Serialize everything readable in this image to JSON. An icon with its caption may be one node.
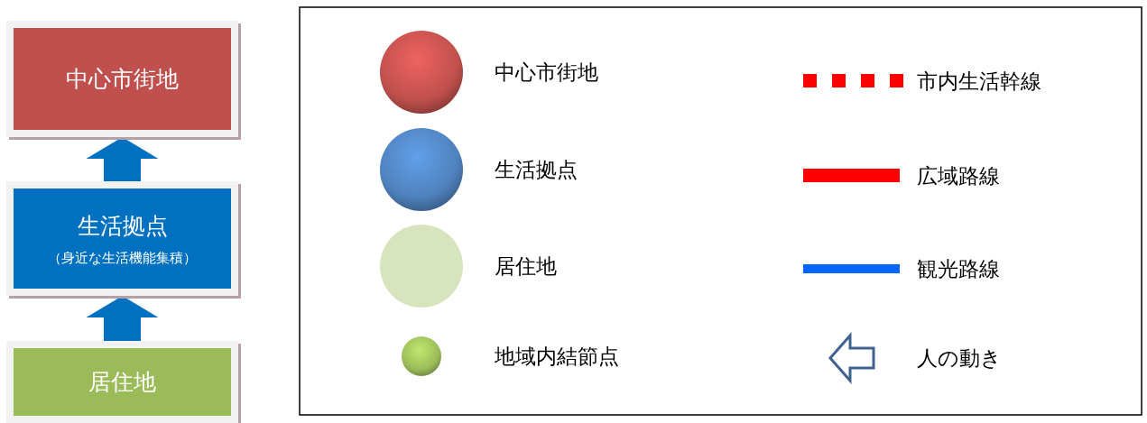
{
  "diagram": {
    "nodes": [
      {
        "text": [
          "中心市街地"
        ]
      },
      {
        "text": [
          "生活拠点",
          "（身近な生活機能集積）"
        ]
      },
      {
        "text": [
          "居住地"
        ]
      }
    ],
    "edges": [
      {
        "from": 2,
        "to": 1,
        "arrow": "to"
      },
      {
        "from": 1,
        "to": 0,
        "arrow": "to"
      }
    ],
    "legend": [
      {
        "text": "中心市街地",
        "color": "#c0504d"
      },
      {
        "text": "市内生活幹線",
        "color": "#ff0000"
      },
      {
        "text": "生活拠点",
        "color": "#4f81bd"
      },
      {
        "text": "広域路線",
        "color": "#ff0000"
      },
      {
        "text": "居住地",
        "color": "#d7e4bd"
      },
      {
        "text": "観光路線",
        "color": "#0066ff"
      },
      {
        "text": "地域内結節点",
        "color": "#9bbb59"
      },
      {
        "text": "人の動き"
      }
    ]
  }
}
